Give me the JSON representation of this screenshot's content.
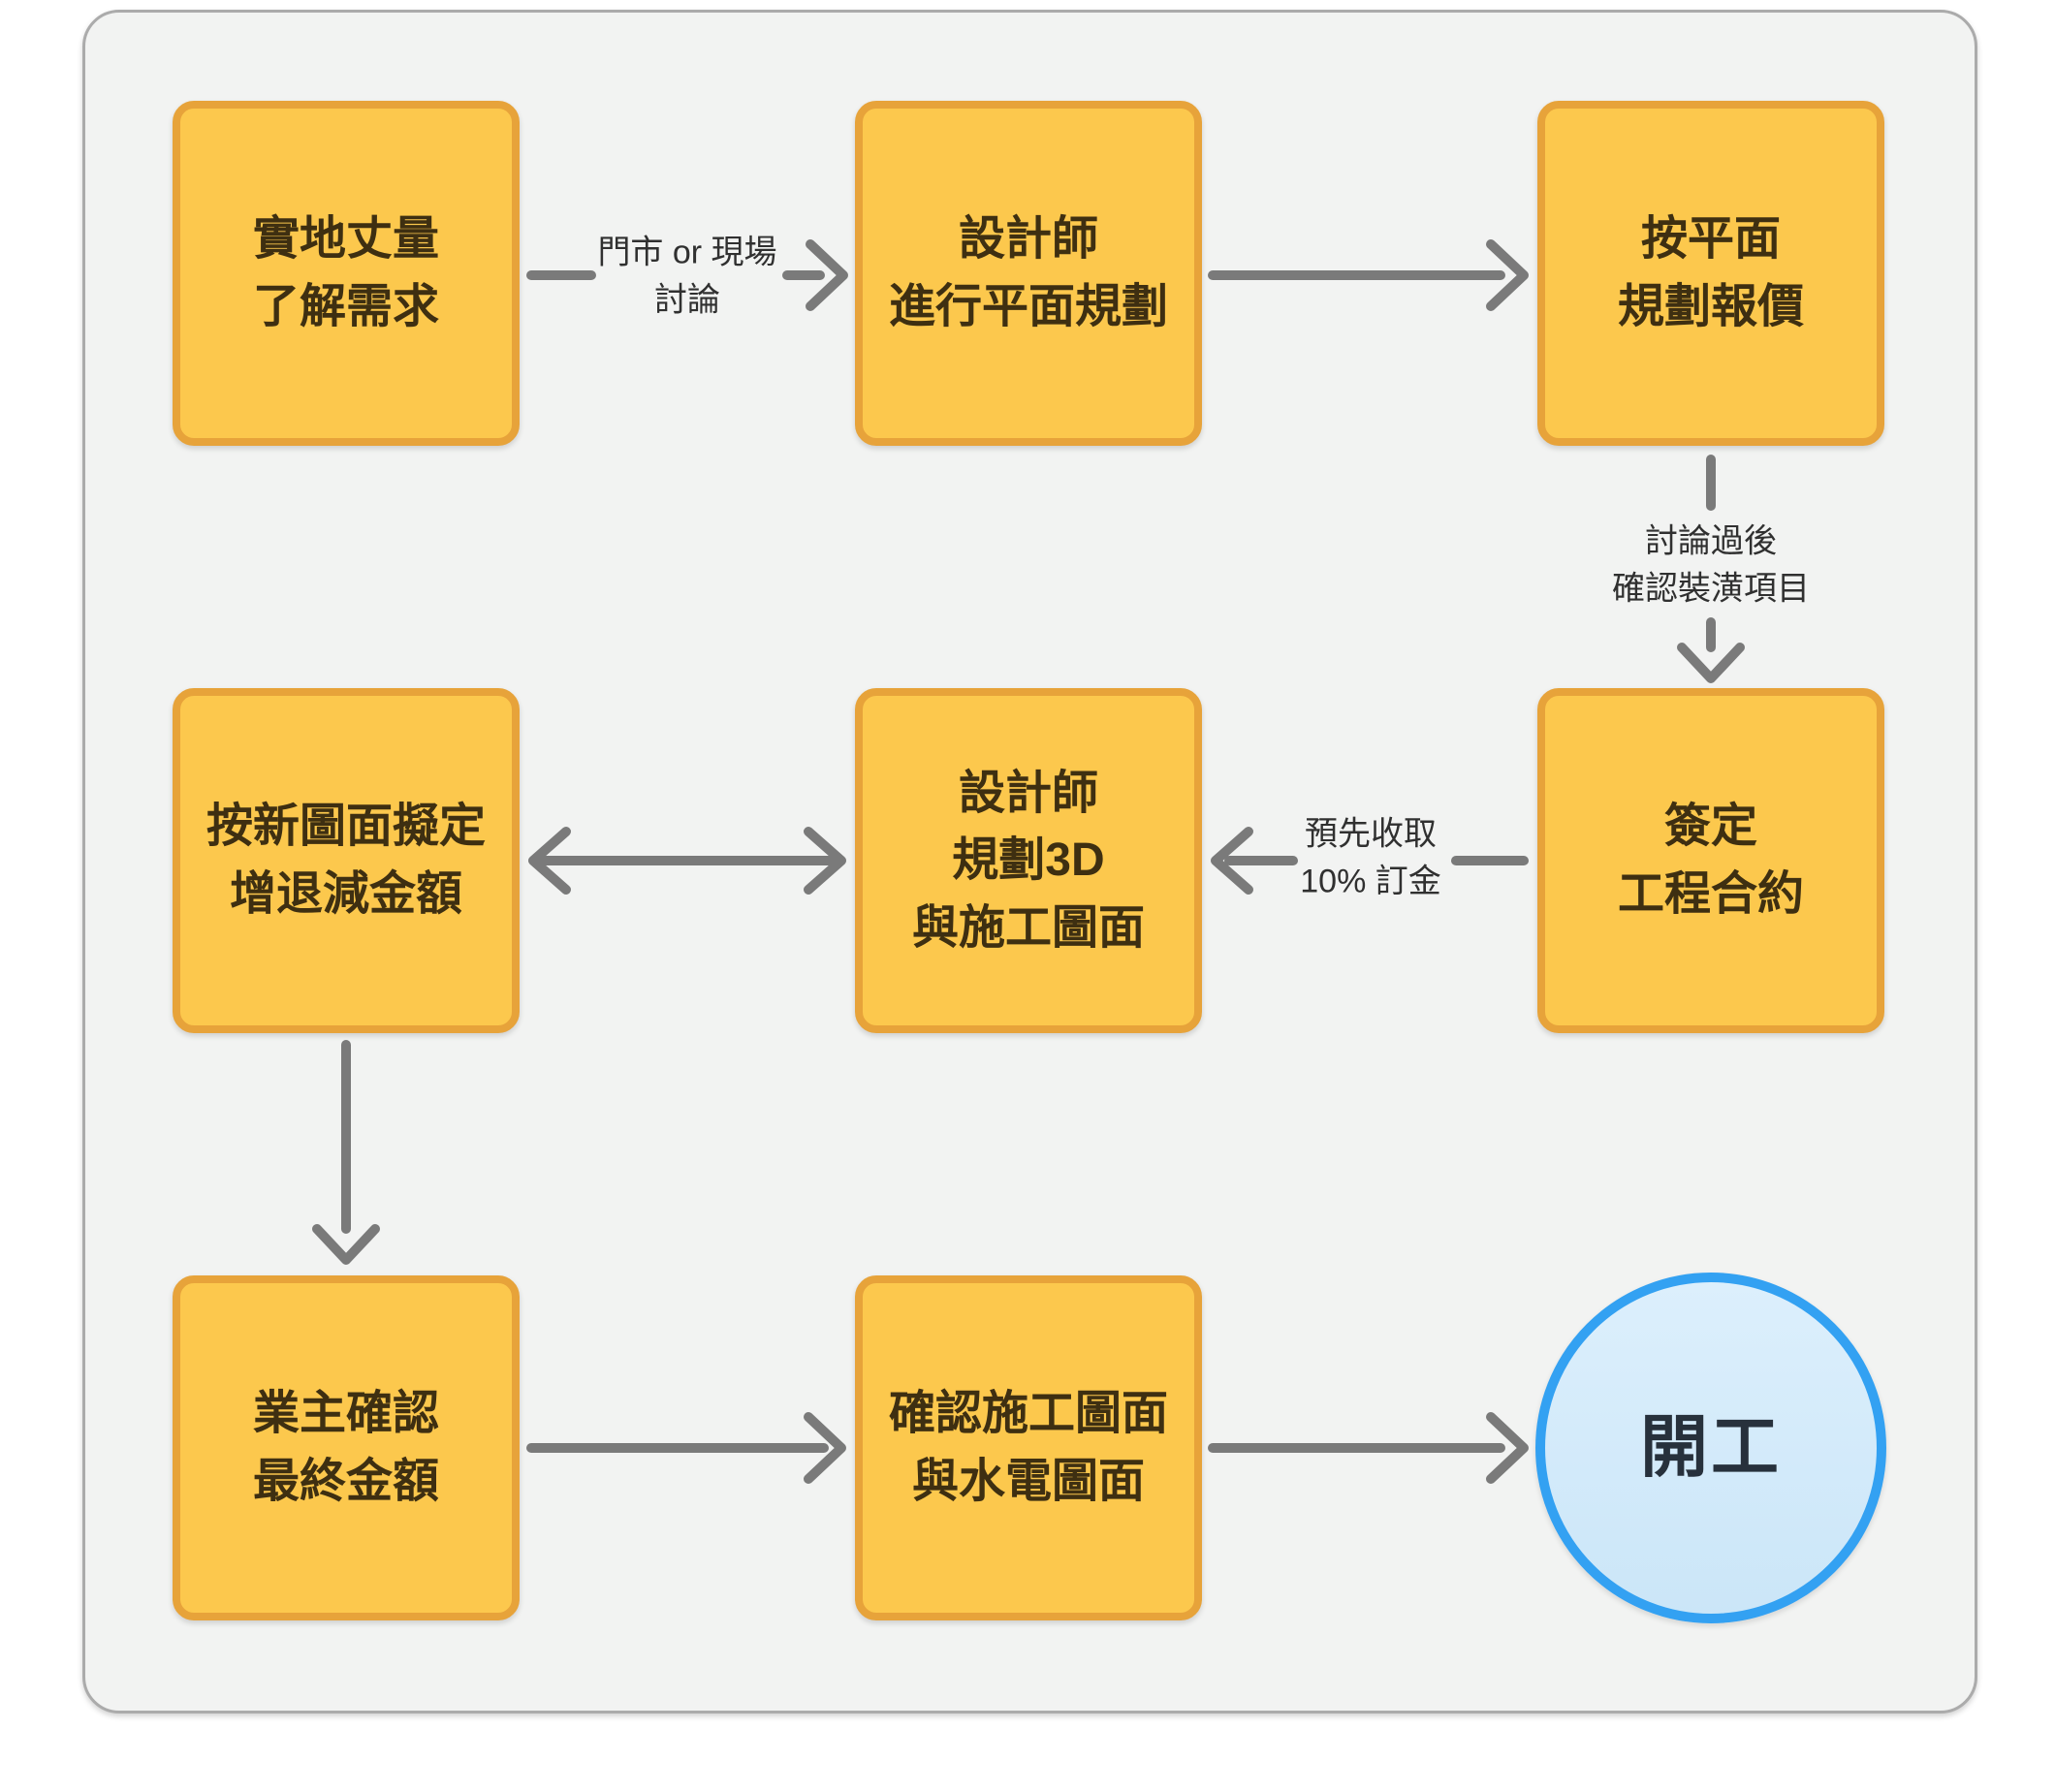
{
  "nodes": {
    "measure": {
      "text": "實地丈量\n了解需求"
    },
    "floor_plan": {
      "text": "設計師\n進行平面規劃"
    },
    "quote": {
      "text": "按平面\n規劃報價"
    },
    "adjustment": {
      "text": "按新圖面擬定\n增退減金額"
    },
    "design_3d": {
      "text": "設計師\n規劃3D\n與施工圖面"
    },
    "contract": {
      "text": "簽定\n工程合約"
    },
    "final_amount": {
      "text": "業主確認\n最終金額"
    },
    "construction_drawings": {
      "text": "確認施工圖面\n與水電圖面"
    },
    "start_work": {
      "text": "開工"
    }
  },
  "edge_labels": {
    "store_or_site": "門市 or 現場\n討論",
    "confirm_items": "討論過後\n確認裝潢項目",
    "deposit": "預先收取\n10% 訂金"
  },
  "colors": {
    "box_fill": "#FCC84D",
    "box_border": "#E7A33A",
    "box_text": "#3E2F11",
    "circle_fill": "#D5EAF9",
    "circle_border": "#33A1F2",
    "circle_text": "#27313C",
    "arrow": "#7A7A7A",
    "panel_bg": "#F2F3F2",
    "panel_border": "#ABABAB",
    "page_bg": "#FFFFFF"
  }
}
